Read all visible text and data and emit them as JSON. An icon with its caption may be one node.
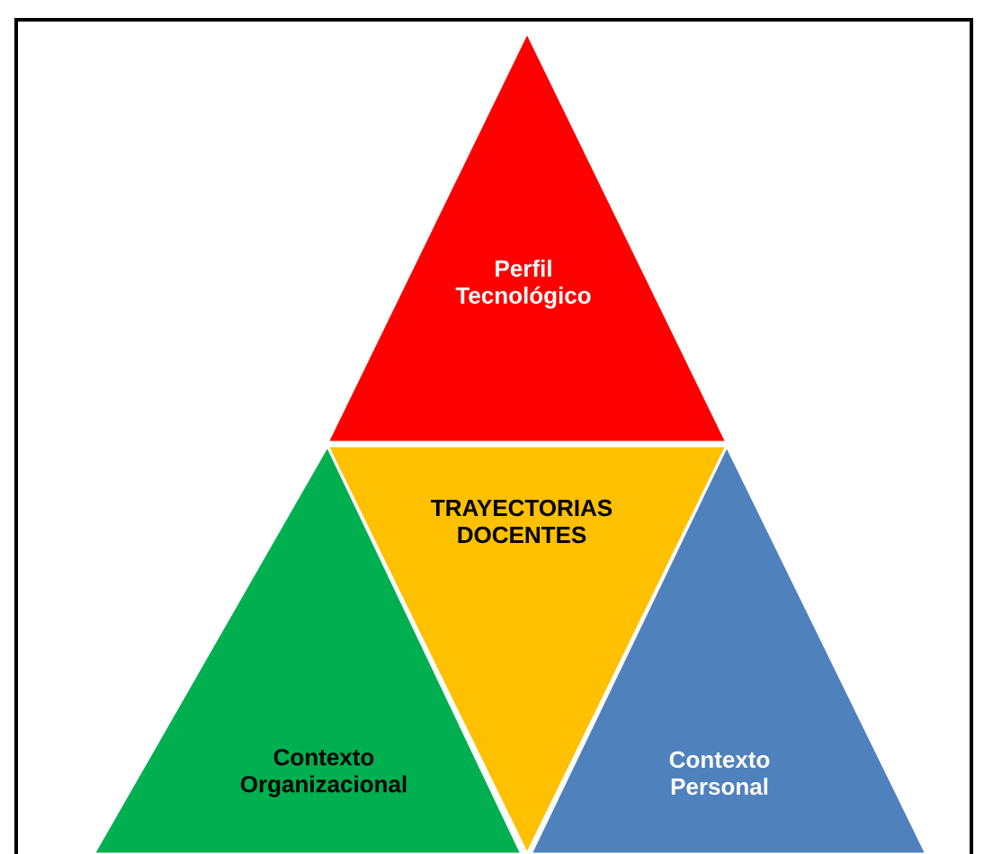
{
  "diagram": {
    "nodes": [
      {
        "text": [
          "Perfil Tecnológico"
        ]
      },
      {
        "text": [
          "TRAYECTORIAS DOCENTES"
        ]
      },
      {
        "text": [
          "Contexto Organizacional"
        ]
      },
      {
        "text": [
          "Contexto Personal"
        ]
      }
    ]
  }
}
